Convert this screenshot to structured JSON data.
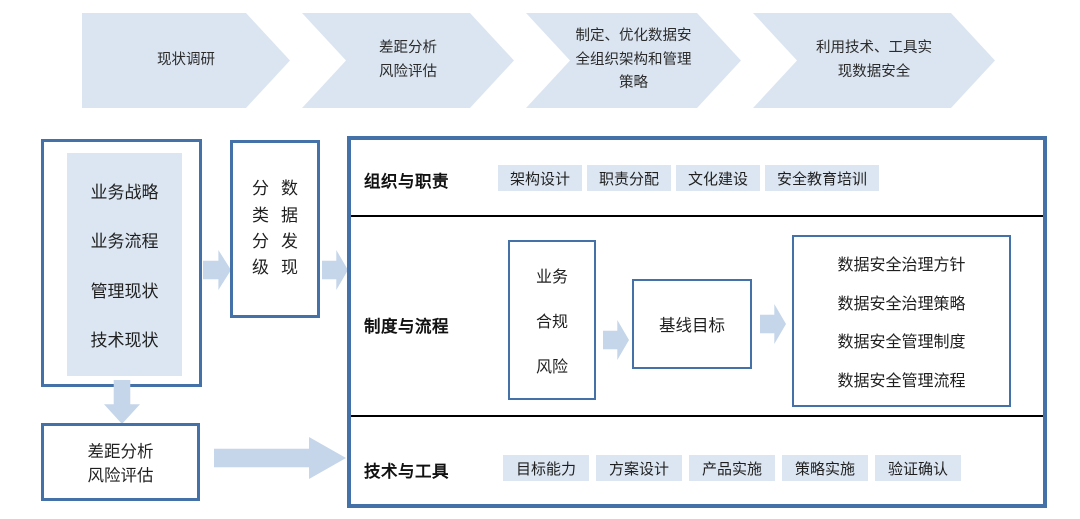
{
  "process_band": {
    "steps": [
      {
        "lines": [
          "现状调研"
        ]
      },
      {
        "lines": [
          "差距分析",
          "风险评估"
        ]
      },
      {
        "lines": [
          "制定、优化数据安",
          "全组织架构和管理",
          "策略"
        ]
      },
      {
        "lines": [
          "利用技术、工具实",
          "现数据安全"
        ]
      }
    ]
  },
  "left_column": {
    "current_state_box": {
      "items": [
        "业务战略",
        "业务流程",
        "管理现状",
        "技术现状"
      ]
    },
    "gap_box": {
      "items": [
        "差距分析",
        "风险评估"
      ]
    },
    "classification_box": {
      "col_left": [
        "分",
        "类",
        "分",
        "级"
      ],
      "col_right": [
        "数",
        "据",
        "发",
        "现"
      ]
    }
  },
  "main_panel": {
    "rows": [
      {
        "label": "组织与职责",
        "tags": [
          "架构设计",
          "职责分配",
          "文化建设",
          "安全教育培训"
        ]
      },
      {
        "label": "制度与流程",
        "input_box": [
          "业务",
          "合规",
          "风险"
        ],
        "middle_box": "基线目标",
        "output_box": [
          "数据安全治理方针",
          "数据安全治理策略",
          "数据安全管理制度",
          "数据安全管理流程"
        ]
      },
      {
        "label": "技术与工具",
        "tags": [
          "目标能力",
          "方案设计",
          "产品实施",
          "策略实施",
          "验证确认"
        ]
      }
    ]
  },
  "colors": {
    "chevron_fill": "#dbe5f1",
    "box_border": "#4472a8",
    "tag_fill": "#dce6f2",
    "arrow_fill": "#c5d5ea",
    "divider": "#000000",
    "page_bg": "#ffffff"
  }
}
